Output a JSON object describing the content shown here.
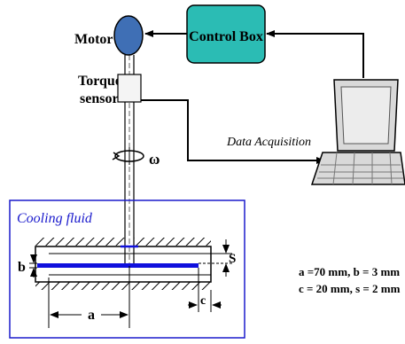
{
  "labels": {
    "motor": "Motor",
    "control_box": "Control Box",
    "torque_line1": "Torque",
    "torque_line2": "sensor",
    "data_acquisition": "Data Acquisition",
    "omega": "ω",
    "cooling_fluid": "Cooling fluid",
    "dim_b": "b",
    "dim_s": "S",
    "dim_a": "a",
    "dim_c": "c",
    "params_line1": "a =70 mm, b = 3 mm",
    "params_line2": "c = 20 mm, s = 2 mm"
  },
  "colors": {
    "motor_fill": "#3f6fb5",
    "control_box_fill": "#2bbcb4",
    "cooling_box_stroke": "#1a1acc",
    "disk_blue": "#1010dd",
    "laptop_gray": "#d9d9d9"
  }
}
